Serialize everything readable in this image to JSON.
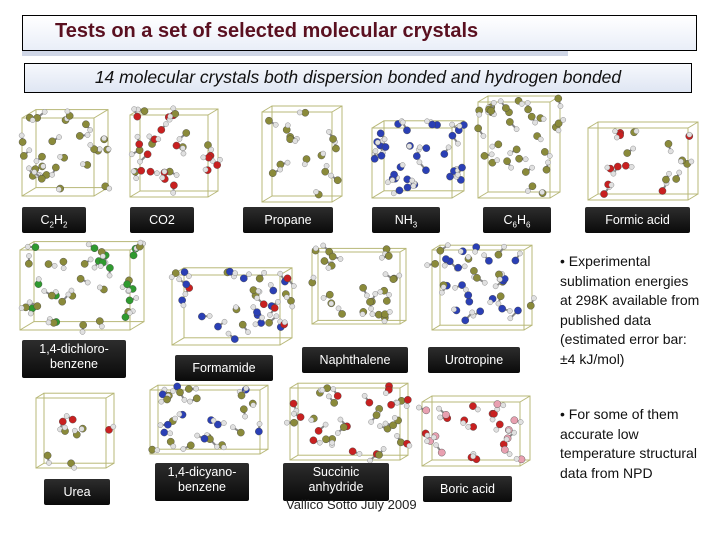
{
  "title": "Tests on a set of selected molecular crystals",
  "subtitle": "14 molecular crystals both dispersion bonded and hydrogen bonded",
  "crystals": [
    {
      "label": "C2H2"
    },
    {
      "label": "CO2"
    },
    {
      "label": "Propane"
    },
    {
      "label": "NH3"
    },
    {
      "label": "C6H6"
    },
    {
      "label": "Formic acid"
    },
    {
      "label": "1,4-dichloro-",
      "label2": "benzene"
    },
    {
      "label": "Formamide"
    },
    {
      "label": "Naphthalene"
    },
    {
      "label": "Urotropine"
    },
    {
      "label": "Urea"
    },
    {
      "label": "1,4-dicyano-",
      "label2": "benzene"
    },
    {
      "label": "Succinic",
      "label2": "anhydride"
    },
    {
      "label": "Boric acid"
    }
  ],
  "notes": [
    "• Experimental sublimation energies at 298K available from published data (estimated error bar: ±4 kJ/mol)",
    "• For some of them accurate low temperature structural data from NPD"
  ],
  "footer": "Vallico Sotto  July 2009",
  "colors": {
    "title": "#5a1020",
    "carbon": "#8a8a3a",
    "oxygen": "#c82020",
    "nitrogen": "#2a3fb5",
    "hydrogen": "#e0e0e0",
    "chlorine": "#2f9a2f",
    "boron": "#e8a0b0",
    "label_bg": "#111111"
  }
}
